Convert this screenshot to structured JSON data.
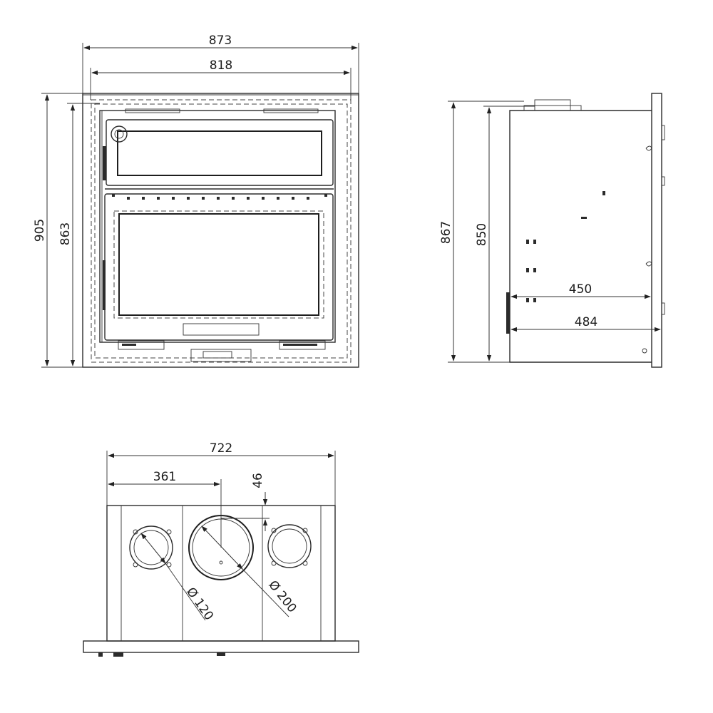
{
  "front_view": {
    "overall_width": "873",
    "inner_width": "818",
    "overall_height": "905",
    "inner_height": "863"
  },
  "side_view": {
    "overall_height": "867",
    "inner_height": "850",
    "depth_inner": "450",
    "depth_overall": "484"
  },
  "top_view": {
    "width": "722",
    "center_offset": "361",
    "flue_offset": "46",
    "duct_diameter": "Ø 120",
    "flue_diameter": "Ø 200"
  }
}
